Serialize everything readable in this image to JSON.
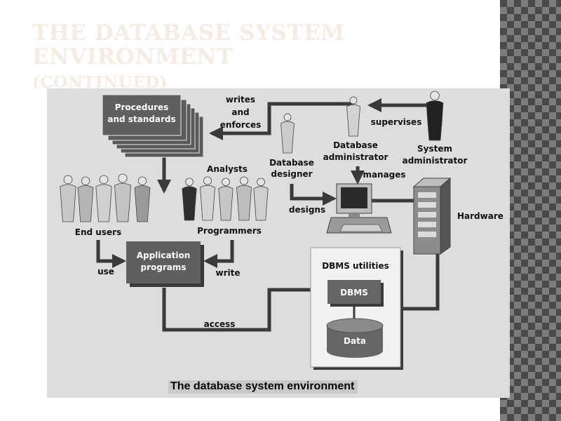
{
  "slide": {
    "title_main": "The database system environment",
    "title_suffix": "(continued)"
  },
  "diagram": {
    "procedures_box": [
      "Procedures",
      "and standards"
    ],
    "app_box": [
      "Application",
      "programs"
    ],
    "dbms_utilities_label": "DBMS utilities",
    "dbms_label": "DBMS",
    "data_label": "Data",
    "hardware_label": "Hardware",
    "roles": {
      "end_users": "End users",
      "analysts": "Analysts",
      "programmers": "Programmers",
      "database_designer": [
        "Database",
        "designer"
      ],
      "database_administrator": [
        "Database",
        "administrator"
      ],
      "system_administrator": [
        "System",
        "administrator"
      ]
    },
    "edges": {
      "writes_and_enforces": [
        "writes",
        "and",
        "enforces"
      ],
      "supervises": "supervises",
      "manages": "manages",
      "designs": "designs",
      "use": "use",
      "write": "write",
      "access": "access"
    },
    "caption": "The database system environment"
  },
  "colors": {
    "panel": "#dddddd",
    "box": "#5a5a5a",
    "box_inner": "#707070",
    "line": "#3a3a3a",
    "title": "#f5ece4"
  }
}
